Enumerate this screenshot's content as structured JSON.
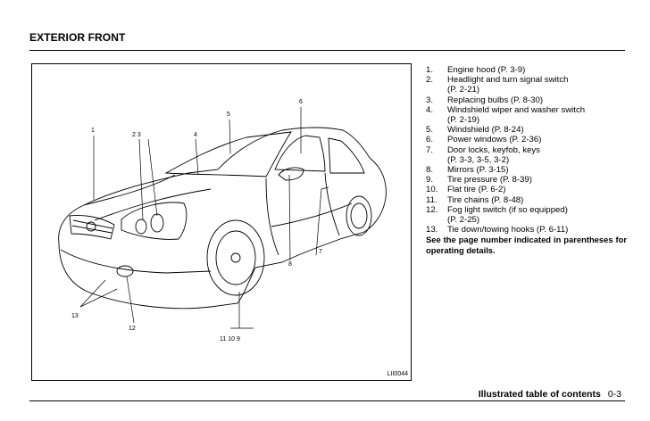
{
  "header": {
    "title": "EXTERIOR FRONT"
  },
  "figure": {
    "code": "LII0044",
    "callouts": {
      "c1": "1",
      "c2_3": "2 3",
      "c4": "4",
      "c5": "5",
      "c6": "6",
      "c7": "7",
      "c8": "8",
      "c12": "12",
      "c13": "13",
      "c11_10_9": "11 10 9"
    }
  },
  "items": [
    {
      "num": "1.",
      "text": "Engine hood (P. 3-9)"
    },
    {
      "num": "2.",
      "text": "Headlight and turn signal switch",
      "cont": "(P. 2-21)"
    },
    {
      "num": "3.",
      "text": "Replacing bulbs (P. 8-30)"
    },
    {
      "num": "4.",
      "text": "Windshield wiper and washer switch",
      "cont": "(P. 2-19)"
    },
    {
      "num": "5.",
      "text": "Windshield (P. 8-24)"
    },
    {
      "num": "6.",
      "text": "Power windows (P. 2-36)"
    },
    {
      "num": "7.",
      "text": "Door locks, keyfob, keys",
      "cont": "(P. 3-3, 3-5, 3-2)"
    },
    {
      "num": "8.",
      "text": "Mirrors (P. 3-15)"
    },
    {
      "num": "9.",
      "text": "Tire pressure (P. 8-39)"
    },
    {
      "num": "10.",
      "text": "Flat tire (P. 6-2)"
    },
    {
      "num": "11.",
      "text": "Tire chains (P. 8-48)"
    },
    {
      "num": "12.",
      "text": "Fog light switch (if so equipped)",
      "cont": "(P. 2-25)"
    },
    {
      "num": "13.",
      "text": "Tie down/towing hooks (P. 6-11)"
    }
  ],
  "note": "See the page number indicated in parentheses for operating details.",
  "footer": {
    "chapter": "Illustrated table of contents",
    "page": "0-3"
  }
}
